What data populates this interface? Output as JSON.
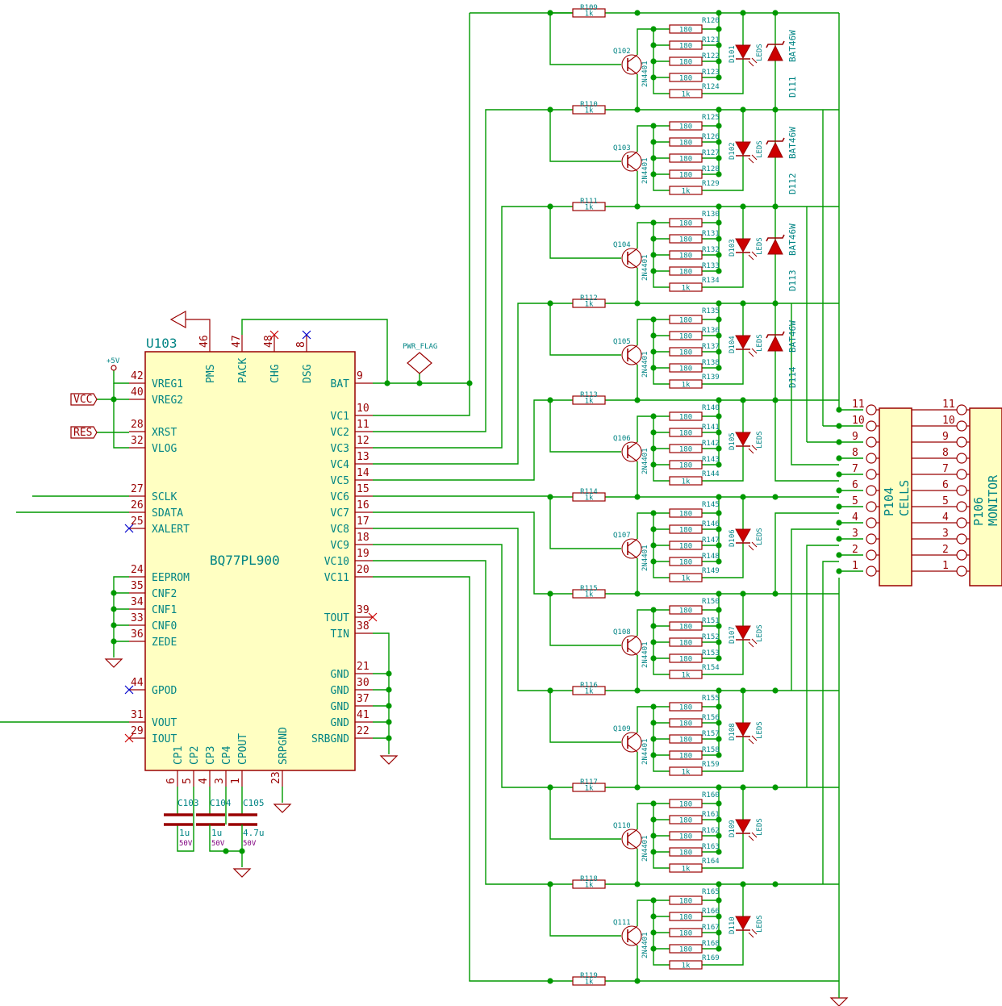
{
  "ic": {
    "ref": "U103",
    "value": "BQ77PL900",
    "top_pins": [
      {
        "num": "46",
        "name": "PMS"
      },
      {
        "num": "47",
        "name": "PACK"
      },
      {
        "num": "48",
        "name": "CHG"
      },
      {
        "num": "8",
        "name": "DSG"
      }
    ],
    "left_pins": [
      {
        "num": "42",
        "name": "VREG1"
      },
      {
        "num": "40",
        "name": "VREG2"
      },
      {
        "num": "28",
        "name": "XRST"
      },
      {
        "num": "32",
        "name": "VLOG"
      },
      {
        "num": "27",
        "name": "SCLK"
      },
      {
        "num": "26",
        "name": "SDATA"
      },
      {
        "num": "25",
        "name": "XALERT"
      },
      {
        "num": "24",
        "name": "EEPROM"
      },
      {
        "num": "35",
        "name": "CNF2"
      },
      {
        "num": "34",
        "name": "CNF1"
      },
      {
        "num": "33",
        "name": "CNF0"
      },
      {
        "num": "36",
        "name": "ZEDE"
      },
      {
        "num": "44",
        "name": "GPOD"
      },
      {
        "num": "31",
        "name": "VOUT"
      },
      {
        "num": "29",
        "name": "IOUT"
      }
    ],
    "right_pins": [
      {
        "num": "9",
        "name": "BAT"
      },
      {
        "num": "10",
        "name": "VC1"
      },
      {
        "num": "11",
        "name": "VC2"
      },
      {
        "num": "12",
        "name": "VC3"
      },
      {
        "num": "13",
        "name": "VC4"
      },
      {
        "num": "14",
        "name": "VC5"
      },
      {
        "num": "15",
        "name": "VC6"
      },
      {
        "num": "16",
        "name": "VC7"
      },
      {
        "num": "17",
        "name": "VC8"
      },
      {
        "num": "18",
        "name": "VC9"
      },
      {
        "num": "19",
        "name": "VC10"
      },
      {
        "num": "20",
        "name": "VC11"
      },
      {
        "num": "39",
        "name": "TOUT"
      },
      {
        "num": "38",
        "name": "TIN"
      },
      {
        "num": "21",
        "name": "GND"
      },
      {
        "num": "30",
        "name": "GND"
      },
      {
        "num": "37",
        "name": "GND"
      },
      {
        "num": "41",
        "name": "GND"
      },
      {
        "num": "22",
        "name": "SRBGND"
      }
    ],
    "bottom_pins": [
      {
        "num": "6",
        "name": "CP1"
      },
      {
        "num": "5",
        "name": "CP2"
      },
      {
        "num": "4",
        "name": "CP3"
      },
      {
        "num": "3",
        "name": "CP4"
      },
      {
        "num": "1",
        "name": "CPOUT"
      },
      {
        "num": "23",
        "name": "SRPGND"
      }
    ]
  },
  "labels": {
    "vcc": "VCC",
    "res": "RES",
    "plus5v": "+5V",
    "pwr_flag": "PWR_FLAG"
  },
  "caps": [
    {
      "ref": "C103",
      "value": "1u",
      "voltage": "50V"
    },
    {
      "ref": "C104",
      "value": "1u",
      "voltage": "50V"
    },
    {
      "ref": "C105",
      "value": "4.7u",
      "voltage": "50V"
    }
  ],
  "stages": [
    {
      "r": "R109",
      "q": "Q102",
      "led": "D101",
      "res": [
        "R120",
        "R121",
        "R122",
        "R123",
        "R124"
      ]
    },
    {
      "r": "R110",
      "q": "Q103",
      "led": "D102",
      "res": [
        "R125",
        "R126",
        "R127",
        "R128",
        "R129"
      ]
    },
    {
      "r": "R111",
      "q": "Q104",
      "led": "D103",
      "res": [
        "R130",
        "R131",
        "R132",
        "R133",
        "R134"
      ]
    },
    {
      "r": "R112",
      "q": "Q105",
      "led": "D104",
      "res": [
        "R135",
        "R136",
        "R137",
        "R138",
        "R139"
      ]
    },
    {
      "r": "R113",
      "q": "Q106",
      "led": "D105",
      "res": [
        "R140",
        "R141",
        "R142",
        "R143",
        "R144"
      ]
    },
    {
      "r": "R114",
      "q": "Q107",
      "led": "D106",
      "res": [
        "R145",
        "R146",
        "R147",
        "R148",
        "R149"
      ]
    },
    {
      "r": "R115",
      "q": "Q108",
      "led": "D107",
      "res": [
        "R150",
        "R151",
        "R152",
        "R153",
        "R154"
      ]
    },
    {
      "r": "R116",
      "q": "Q109",
      "led": "D108",
      "res": [
        "R155",
        "R156",
        "R157",
        "R158",
        "R159"
      ]
    },
    {
      "r": "R117",
      "q": "Q110",
      "led": "D109",
      "res": [
        "R160",
        "R161",
        "R162",
        "R163",
        "R164"
      ]
    },
    {
      "r": "R118",
      "q": "Q111",
      "led": "D110",
      "res": [
        "R165",
        "R166",
        "R167",
        "R168",
        "R169"
      ]
    },
    {
      "r": "R119",
      "q": "",
      "led": "",
      "res": []
    }
  ],
  "stage_values": {
    "rbase": "1k",
    "rled": "180",
    "rlast": "1k",
    "transistor": "2N4401",
    "led": "LEDS"
  },
  "schottky": [
    {
      "ref": "D111",
      "value": "BAT46W"
    },
    {
      "ref": "D112",
      "value": "BAT46W"
    },
    {
      "ref": "D113",
      "value": "BAT46W"
    },
    {
      "ref": "D114",
      "value": "BAT46W"
    }
  ],
  "connectors": [
    {
      "ref": "P104",
      "value": "CELLS"
    },
    {
      "ref": "P106",
      "value": "MONITOR"
    }
  ],
  "connector_pins": [
    "11",
    "10",
    "9",
    "8",
    "7",
    "6",
    "5",
    "4",
    "3",
    "2",
    "1"
  ]
}
